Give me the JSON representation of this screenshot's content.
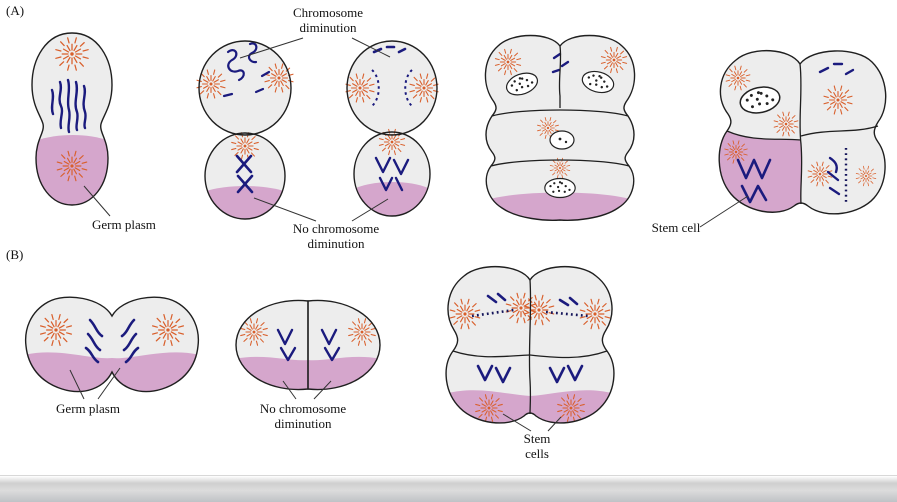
{
  "panels": {
    "a": {
      "label": "(A)"
    },
    "b": {
      "label": "(B)"
    }
  },
  "labels": {
    "chromosome_diminution": "Chromosome diminution",
    "germ_plasm_a": "Germ plasm",
    "no_chromosome_diminution_a": "No chromosome diminution",
    "stem_cell": "Stem cell",
    "germ_plasm_b": "Germ plasm",
    "no_chromosome_diminution_b": "No chromosome diminution",
    "stem_cells": "Stem cells"
  },
  "colors": {
    "cell_fill": "#ededed",
    "germ_plasm_pink": "#d5a6cc",
    "aster_orange": "#d95f2b",
    "chromosome_navy": "#1b1b7e",
    "outline": "#1f1f1f",
    "window_bar_gray": "#c9cdd2"
  }
}
